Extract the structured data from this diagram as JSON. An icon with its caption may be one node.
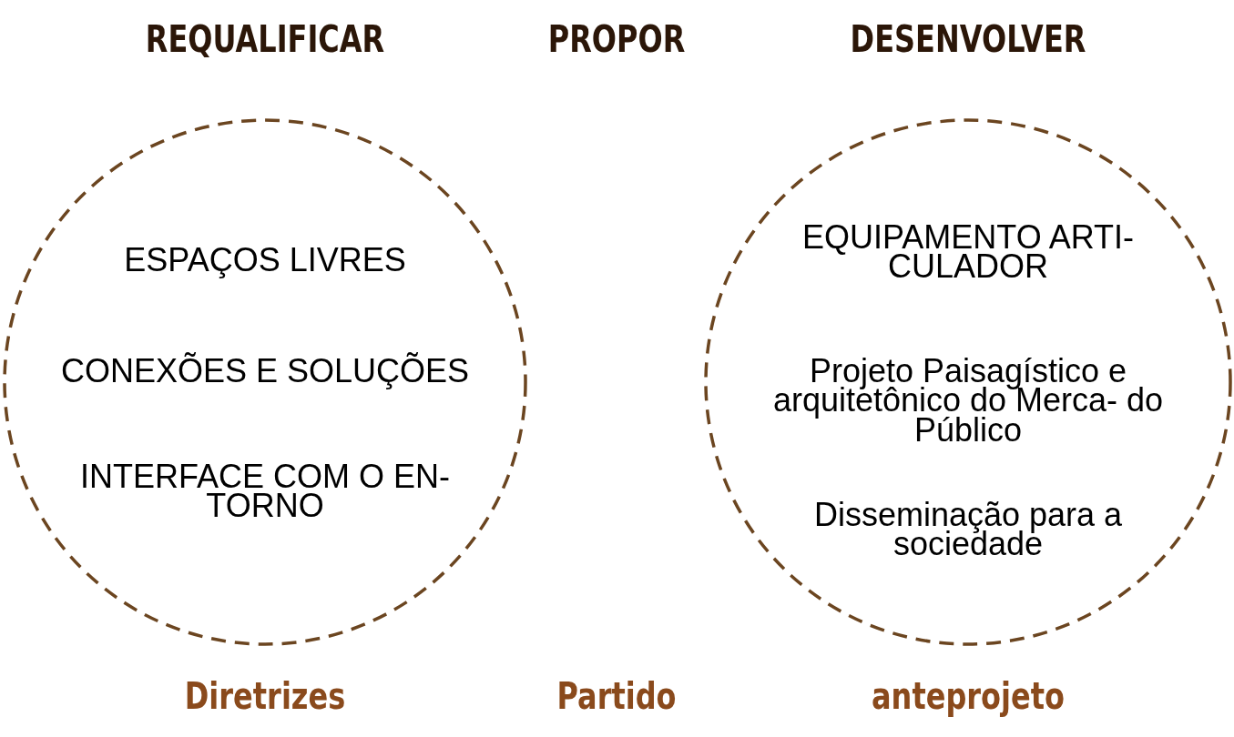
{
  "diagram": {
    "nodes": [
      {
        "text": [
          "ESPAÇOS LIVRES",
          "CONEXÕES E SOLUÇÕES",
          "INTERFACE COM O EN- TORNO"
        ],
        "beside": [
          "REQUALIFICAR",
          "Diretrizes"
        ]
      },
      {
        "text": [
          "EQUIPAMENTO ARTI- CULADOR",
          "Projeto Paisagístico e arquitetônico do Merca- do Público",
          "Disseminação para a sociedade"
        ],
        "beside": [
          "DESENVOLVER",
          "anteprojeto"
        ]
      }
    ],
    "edges": [],
    "labels": [
      "PROPOR",
      "Partido"
    ]
  }
}
